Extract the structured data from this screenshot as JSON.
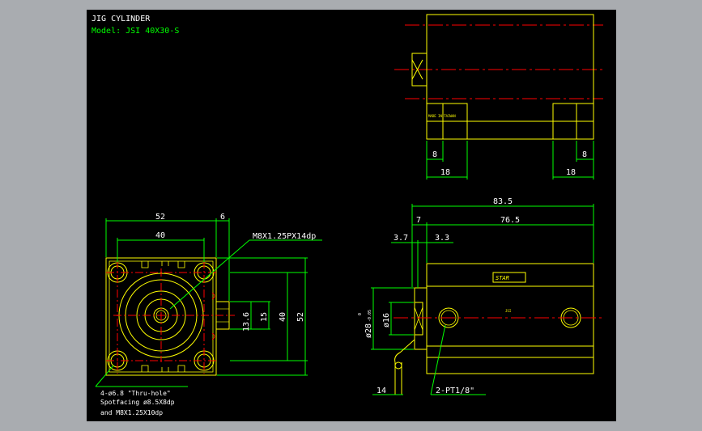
{
  "title_block": {
    "title": "JIG CYLINDER",
    "model": "Model: JSI 40X30-S"
  },
  "front_view": {
    "dim_width_outer": "52",
    "dim_right_offset": "6",
    "dim_bolt_pitch": "40",
    "port_thread_callout": "M8X1.25PX14dp",
    "dim_13_6": "13.6",
    "dim_15": "15",
    "dim_height_pitch": "40",
    "dim_height_outer": "52",
    "hole_note_line1": "4-ø6.8 \"Thru-hole\"",
    "hole_note_line2": "Spotfacing  ø8.5X8dp",
    "hole_note_line3": "and M8X1.25X10dp"
  },
  "side_view": {
    "dim_total_length": "83.5",
    "dim_rod_end": "7",
    "dim_body_length": "76.5",
    "dim_3_7": "3.7",
    "dim_3_3": "3.3",
    "dim_rod_dia": "ø16",
    "dim_flange_dia": "ø28",
    "dim_flange_tol_upper": "0",
    "dim_flange_tol_lower": "-0.05",
    "dim_14": "14",
    "port_note": "2-PT1/8\"",
    "label_tag": "STAR"
  },
  "top_view": {
    "dim_left_8": "8",
    "dim_left_18": "18",
    "dim_right_8": "8",
    "dim_right_18": "18"
  },
  "colors": {
    "background": "#000000",
    "frame": "#a9acb0",
    "outline": "#ffff00",
    "dimension": "#00ff00",
    "centerline": "#ff0000",
    "text": "#ffffff"
  }
}
